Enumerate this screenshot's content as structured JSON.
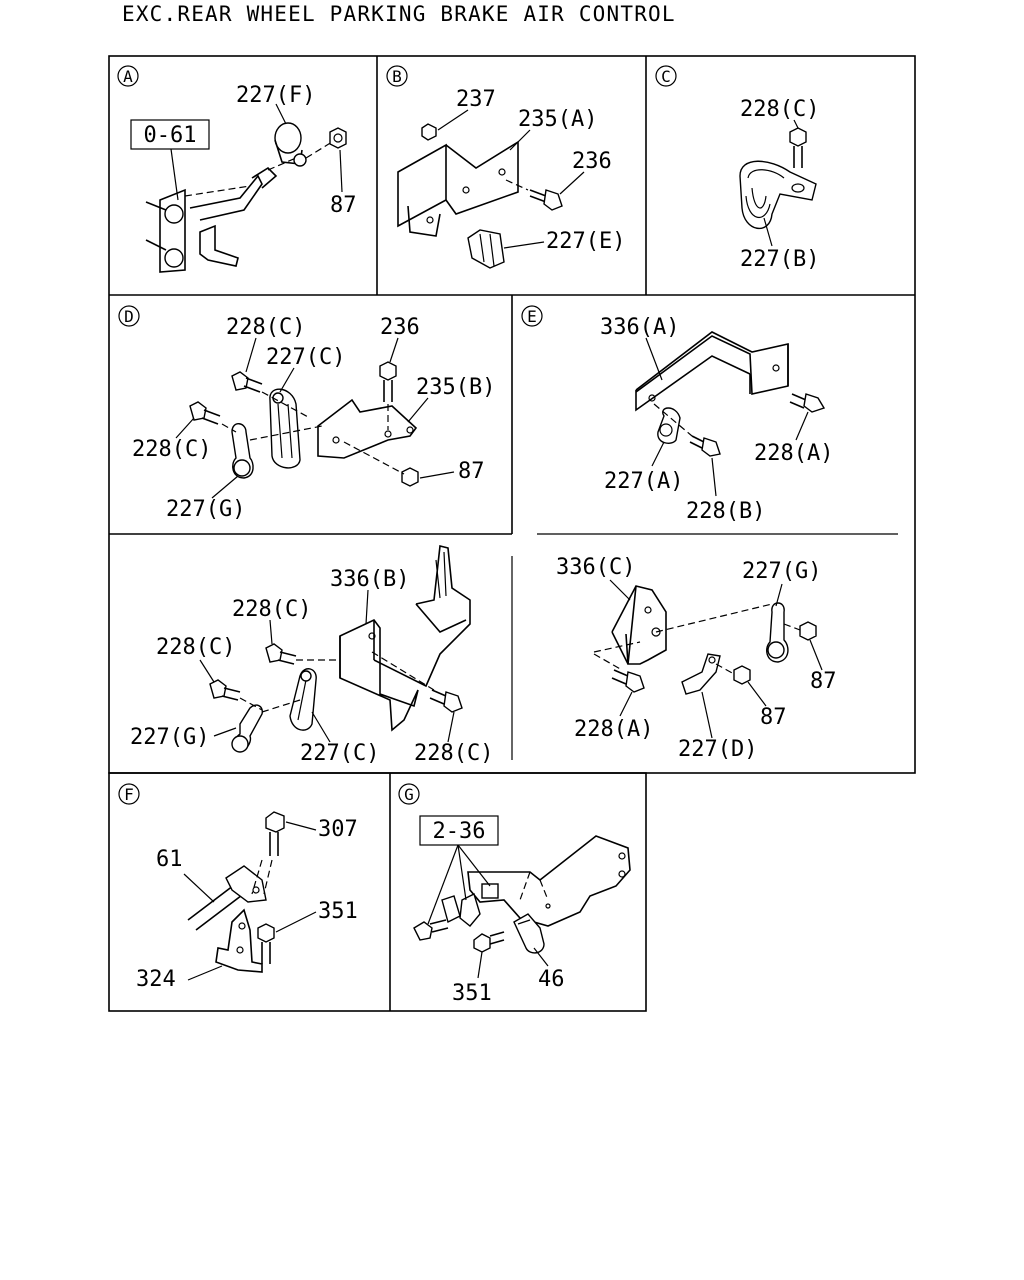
{
  "title": "EXC.REAR WHEEL PARKING BRAKE AIR CONTROL",
  "panels": {
    "A": {
      "letter": "A",
      "ref_box": "0-61",
      "labels": [
        "227(F)",
        "87"
      ]
    },
    "B": {
      "letter": "B",
      "labels": [
        "237",
        "235(A)",
        "236",
        "227(E)"
      ]
    },
    "C": {
      "letter": "C",
      "labels": [
        "228(C)",
        "227(B)"
      ]
    },
    "D": {
      "letter": "D",
      "labels": [
        "228(C)",
        "227(C)",
        "236",
        "235(B)",
        "228(C)",
        "87",
        "227(G)"
      ]
    },
    "E": {
      "letter": "E",
      "labels": [
        "336(A)",
        "228(A)",
        "227(A)",
        "228(B)"
      ]
    },
    "E2": {
      "labels": [
        "336(B)",
        "228(C)",
        "228(C)",
        "227(G)",
        "227(C)",
        "228(C)"
      ]
    },
    "E3": {
      "labels": [
        "336(C)",
        "227(G)",
        "87",
        "87",
        "228(A)",
        "227(D)"
      ]
    },
    "F": {
      "letter": "F",
      "labels": [
        "307",
        "61",
        "351",
        "324"
      ]
    },
    "G": {
      "letter": "G",
      "ref_box": "2-36",
      "labels": [
        "351",
        "46"
      ]
    }
  }
}
